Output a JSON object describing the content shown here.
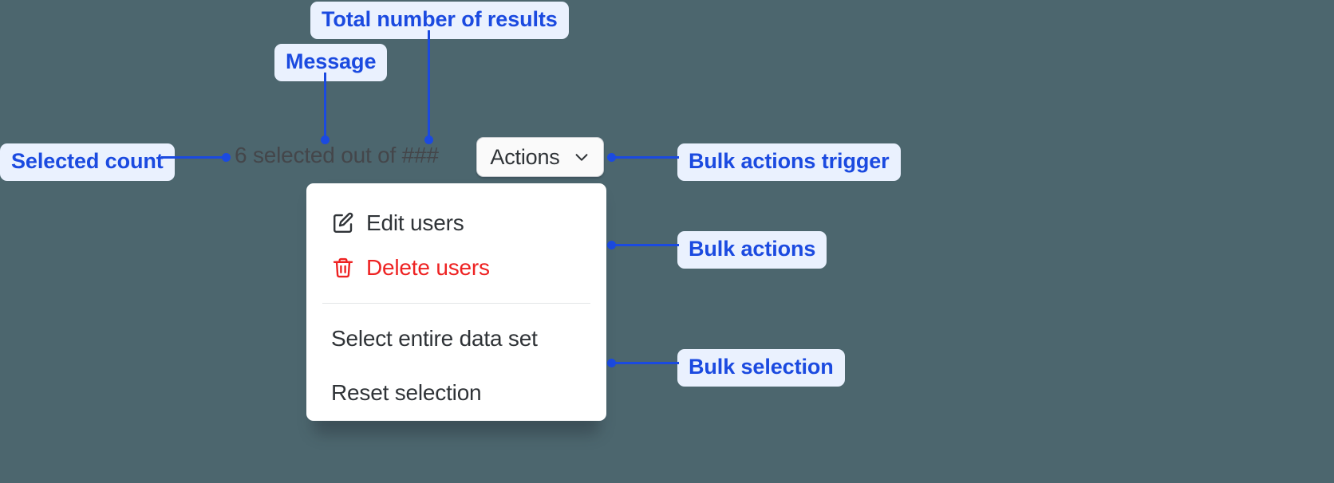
{
  "canvas": {
    "background_color": "#4c666e",
    "annotation_color": "#1b4ae0",
    "annotation_pill_bg": "#eaf1fe"
  },
  "component": {
    "status": {
      "selected_count": "6",
      "message_text": "6 selected out of ###",
      "total_placeholder": "###"
    },
    "trigger": {
      "label": "Actions",
      "icon": "chevron-down-icon"
    },
    "menu": {
      "bulk_actions": [
        {
          "label": "Edit users",
          "icon": "edit-pencil-icon",
          "danger": false
        },
        {
          "label": "Delete users",
          "icon": "trash-icon",
          "danger": true
        }
      ],
      "bulk_selection": [
        {
          "label": "Select entire data set"
        },
        {
          "label": "Reset selection"
        }
      ],
      "danger_color": "#ee2222"
    }
  },
  "annotations": {
    "total_results": "Total number of results",
    "message": "Message",
    "selected_count": "Selected count",
    "bulk_actions_trigger": "Bulk actions trigger",
    "bulk_actions": "Bulk actions",
    "bulk_selection": "Bulk selection"
  }
}
